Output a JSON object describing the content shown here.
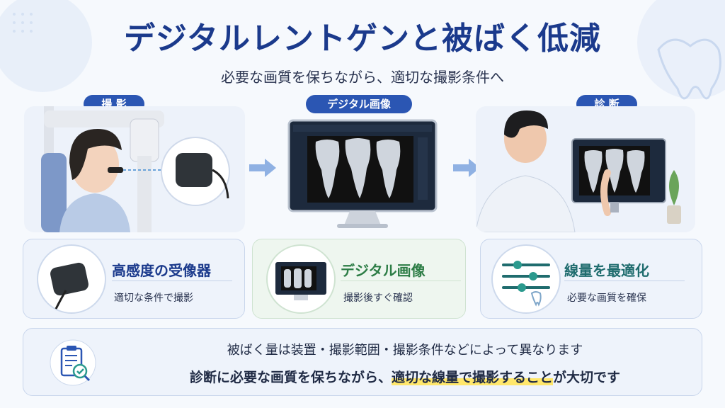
{
  "header": {
    "title": "デジタルレントゲンと被ばく低減",
    "subtitle": "必要な画質を保ちながら、適切な撮影条件へ"
  },
  "steps": [
    {
      "label": "撮 影",
      "icon": "sensor-patient-scene"
    },
    {
      "label": "デジタル画像",
      "icon": "xray-monitor-scene"
    },
    {
      "label": "診 断",
      "icon": "doctor-monitor-scene"
    }
  ],
  "cards": [
    {
      "title": "高感度の受像器",
      "sub": "適切な条件で撮影",
      "icon": "sensor-icon"
    },
    {
      "title": "デジタル画像",
      "sub": "撮影後すぐ確認",
      "icon": "monitor-icon"
    },
    {
      "title": "線量を最適化",
      "sub": "必要な画質を確保",
      "icon": "sliders-icon"
    }
  ],
  "note": {
    "line1": "被ばく量は装置・撮影範囲・撮影条件などによって異なります",
    "line2_pre": "診断に必要な画質を保ちながら、",
    "line2_highlight": "適切な線量で撮影すること",
    "line2_post": "が大切です",
    "icon": "clipboard-check-icon"
  },
  "colors": {
    "accent": "#2b56b3",
    "title": "#1b3a8c",
    "green": "#2d7d46",
    "highlight": "#ffe76b"
  }
}
